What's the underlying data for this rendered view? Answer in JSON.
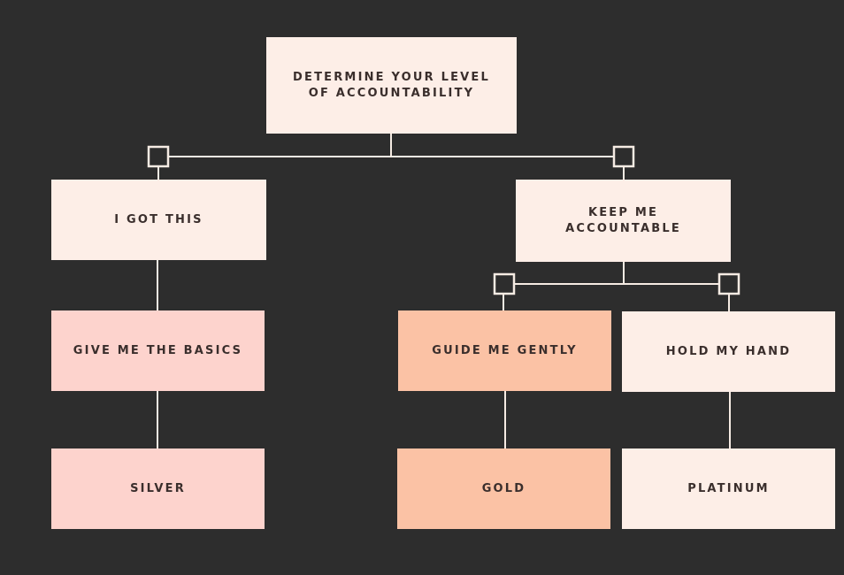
{
  "colors": {
    "background": "#2d2d2d",
    "cream": "#fdeee7",
    "pink": "#fdd3cd",
    "peach": "#fbc2a5",
    "line": "#f5ebe3",
    "text": "#3a2e2c"
  },
  "diagram": {
    "root": {
      "label": "DETERMINE YOUR LEVEL\nOF ACCOUNTABILITY"
    },
    "branch_left": {
      "label": "I GOT THIS"
    },
    "branch_right": {
      "label": "KEEP ME\nACCOUNTABLE"
    },
    "plan_basics": {
      "label": "GIVE ME THE BASICS"
    },
    "plan_gently": {
      "label": "GUIDE ME GENTLY"
    },
    "plan_hand": {
      "label": "HOLD MY HAND"
    },
    "tier_silver": {
      "label": "SILVER"
    },
    "tier_gold": {
      "label": "GOLD"
    },
    "tier_platinum": {
      "label": "PLATINUM"
    }
  }
}
